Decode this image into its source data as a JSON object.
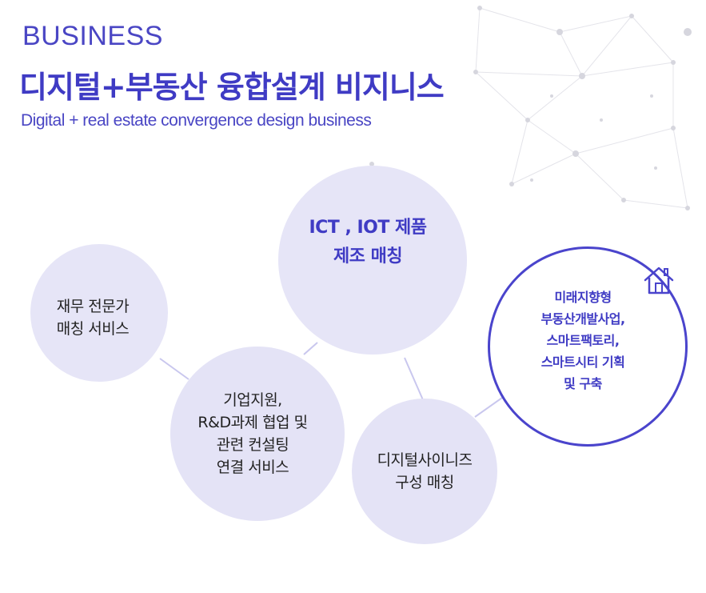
{
  "header": {
    "eyebrow": "BUSINESS",
    "title": "디지털+부동산 융합설계 비지니스",
    "subtitle": "Digital + real estate convergence design business"
  },
  "services": [
    {
      "id": "finance",
      "label": "재무 전문가\n매칭 서비스"
    },
    {
      "id": "corporate",
      "label": "기업지원,\nR&D과제 협업 및\n관련 컨설팅\n연결 서비스"
    },
    {
      "id": "ict",
      "label": "ICT , IOT 제품\n제조 매칭"
    },
    {
      "id": "digital",
      "label": "디지털사이니즈\n구성 매칭"
    },
    {
      "id": "future",
      "label": "미래지향형\n부동산개발사업,\n스마트팩토리,\n스마트시티 기획\n및 구축"
    }
  ],
  "icons": {
    "featured": "house-icon"
  },
  "colors": {
    "accent": "#3f3bc4",
    "circle_fill": "#e6e5f7",
    "featured_border": "#4a44cc",
    "connector": "#c9c7ee"
  }
}
